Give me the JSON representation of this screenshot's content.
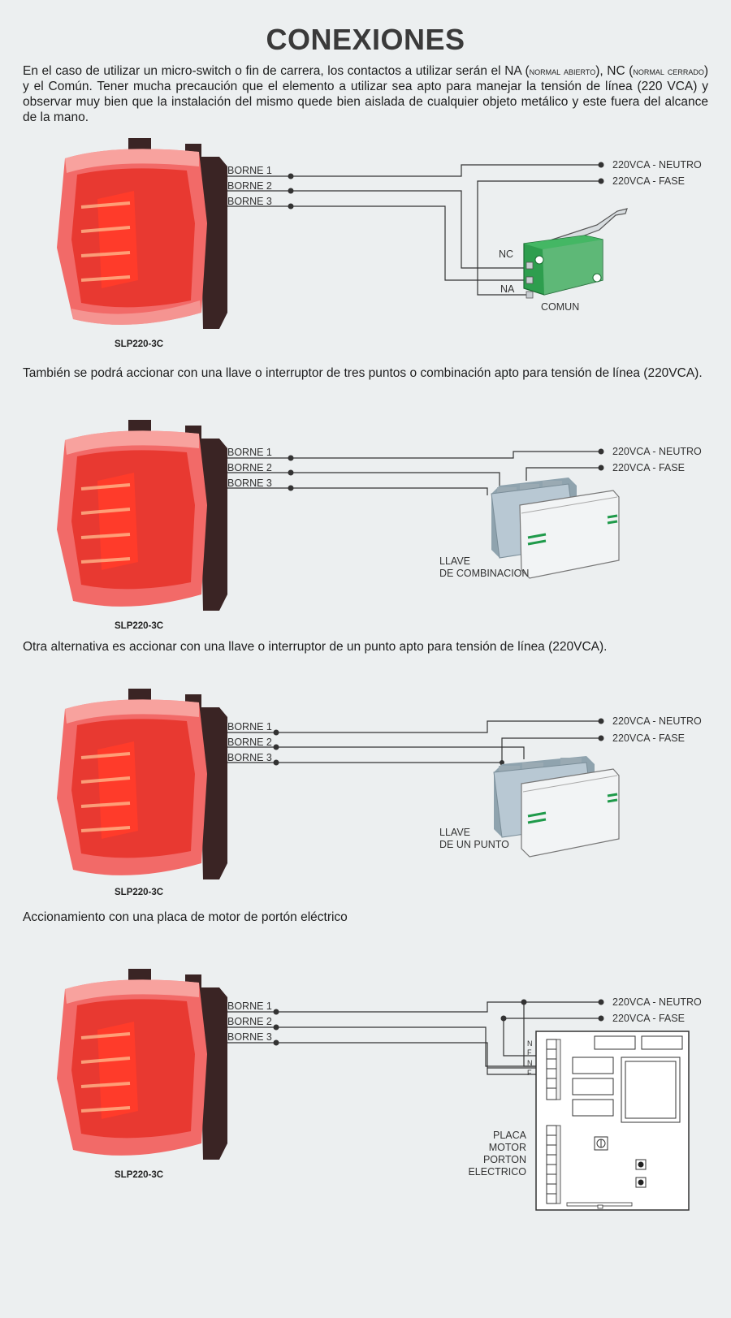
{
  "title": "CONEXIONES",
  "intro": {
    "part1": " En el caso de utilizar un micro-switch o fin de carrera, los contactos a utilizar serán el NA (",
    "sc1": "normal abierto",
    "part2": "), NC (",
    "sc2": "normal cerrado",
    "part3": ") y el Común. Tener mucha precaución que el elemento a utilizar sea apto para manejar la tensión de línea (220 VCA) y observar muy bien que la instalación del mismo quede bien aislada de cualquier objeto metálico y este fuera del alcance de la mano."
  },
  "texts": {
    "p2": "También se podrá accionar con una llave o interruptor de tres puntos o combinación apto para tensión de línea (220VCA).",
    "p3": "Otra alternativa es accionar con una llave o interruptor de un punto apto para tensión de línea (220VCA).",
    "p4": "Accionamiento con una placa de motor de portón eléctrico"
  },
  "device": {
    "model": "SLP220-3C",
    "terminals": [
      "BORNE 1",
      "BORNE 2",
      "BORNE 3"
    ],
    "lens_color": "#f0352a"
  },
  "power": {
    "neutral": "220VCA - NEUTRO",
    "phase": "220VCA - FASE"
  },
  "diagrams": {
    "microswitch": {
      "nc": "NC",
      "na": "NA",
      "common": "COMUN",
      "color": "#2e9e4e"
    },
    "combination": {
      "label": "LLAVE\nDE COMBINACION"
    },
    "single": {
      "label": "LLAVE\nDE UN PUNTO"
    },
    "board": {
      "label": "PLACA\nMOTOR\nPORTON\nELECTRICO",
      "pins": [
        "N",
        "F",
        "N",
        "F"
      ]
    }
  },
  "colors": {
    "accent_green": "#1f9a4a",
    "switch_body": "#b8c8d3"
  }
}
